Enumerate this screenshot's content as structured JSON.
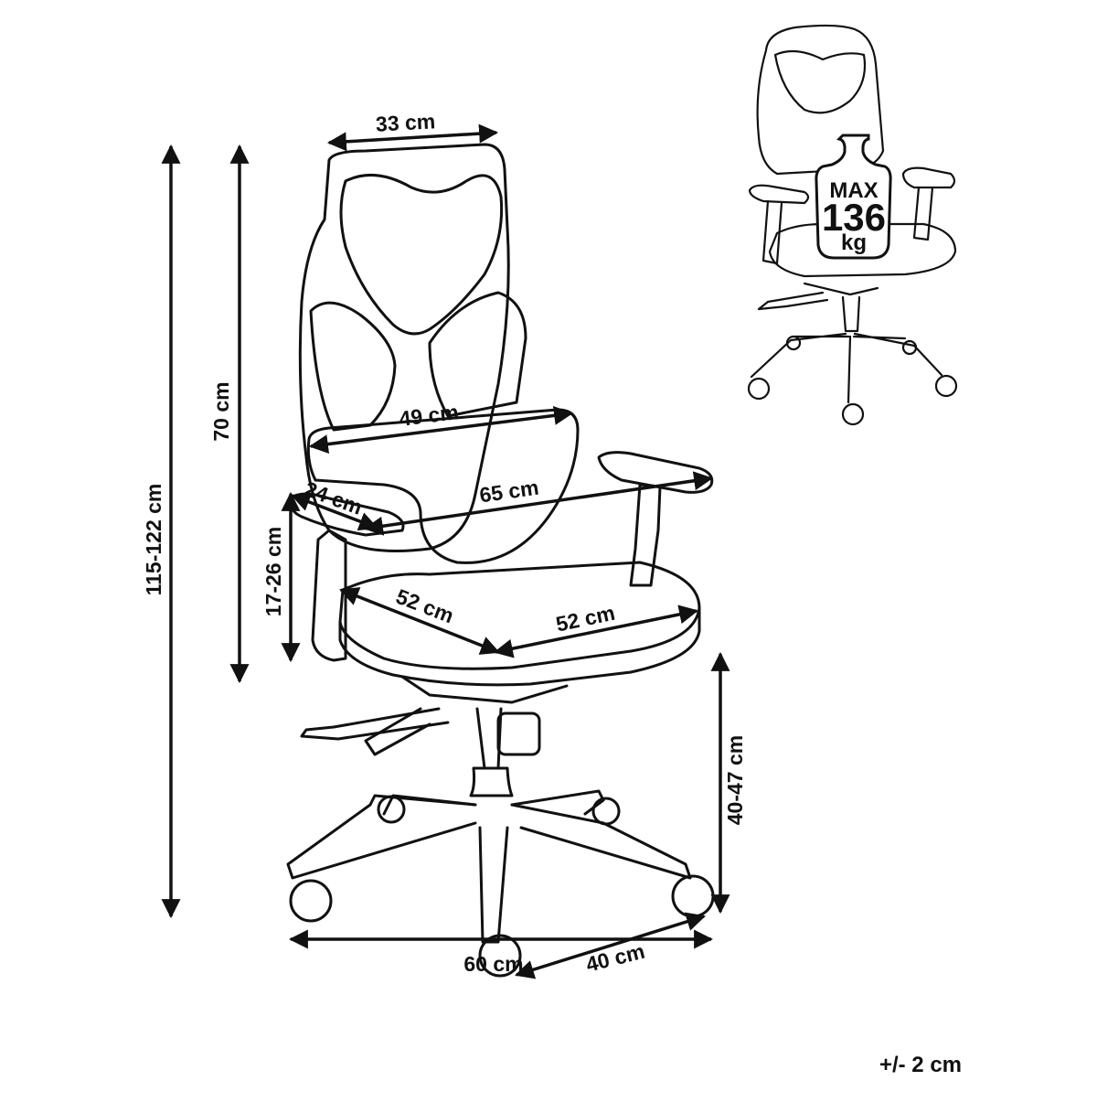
{
  "dimensions": {
    "headrest_width": "33 cm",
    "backrest_width": "49 cm",
    "armrest_length": "24 cm",
    "outer_armrest_width": "65 cm",
    "seat_depth": "52 cm",
    "seat_width": "52 cm",
    "armrest_height": "17-26 cm",
    "backrest_height": "70 cm",
    "total_height": "115-122 cm",
    "seat_height": "40-47 cm",
    "caster_spacing": "40 cm",
    "base_width": "60 cm"
  },
  "max_load": {
    "prefix": "MAX",
    "value": "136",
    "unit": "kg"
  },
  "tolerance": "+/- 2 cm",
  "colors": {
    "line": "#111111",
    "background": "#ffffff"
  }
}
